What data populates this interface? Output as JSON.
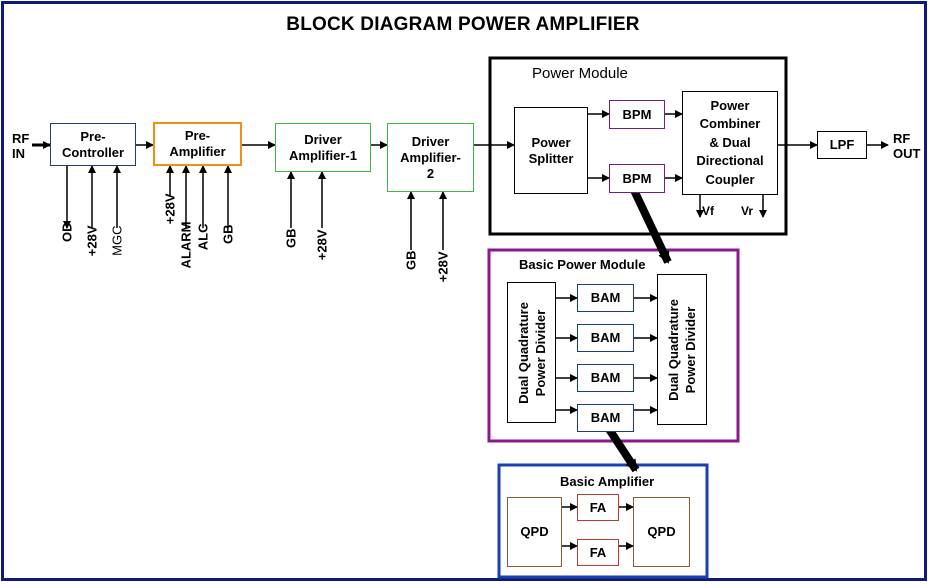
{
  "title": "BLOCK DIAGRAM POWER AMPLIFIER",
  "colors": {
    "frame": "#0d1a7a",
    "pre_controller": "#1f3f5f",
    "pre_amplifier": "#f0901a",
    "driver": "#3cb843",
    "power_module": "#000000",
    "bpm": "#7a1a7a",
    "basic_power_module": "#8a1a8a",
    "bam": "#1a3a9a",
    "basic_amplifier": "#1a3fb0",
    "fa": "#c0392b",
    "qpd": "#8a5a3a"
  },
  "main_chain": {
    "rf_in": [
      "RF",
      "IN"
    ],
    "rf_out": [
      "RF",
      "OUT"
    ],
    "pre_controller": [
      "Pre-",
      "Controller"
    ],
    "pre_amplifier": [
      "Pre-",
      "Amplifier"
    ],
    "driver1": [
      "Driver",
      "Amplifier-1"
    ],
    "driver2": [
      "Driver",
      "Amplifier-",
      "2"
    ],
    "lpf": "LPF"
  },
  "signals": {
    "pre_controller": [
      "OD",
      "+28V",
      "MGC"
    ],
    "pre_amplifier": [
      "+28V",
      "ALARM",
      "ALC",
      "GB"
    ],
    "driver1": [
      "GB",
      "+28V"
    ],
    "driver2": [
      "GB",
      "+28V"
    ]
  },
  "power_module": {
    "title": "Power Module",
    "splitter": [
      "Power",
      "Splitter"
    ],
    "bpm": [
      "BPM",
      "BPM"
    ],
    "combiner": [
      "Power",
      "Combiner",
      "& Dual",
      "Directional",
      "Coupler"
    ],
    "vf": "Vf",
    "vr": "Vr"
  },
  "basic_power_module": {
    "title": "Basic Power Module",
    "divider_left": [
      "Dual Quadrature",
      "Power Divider"
    ],
    "divider_right": [
      "Dual Quadrature",
      "Power Divider"
    ],
    "bam": [
      "BAM",
      "BAM",
      "BAM",
      "BAM"
    ]
  },
  "basic_amplifier": {
    "title": "Basic Amplifier",
    "qpd_left": "QPD",
    "qpd_right": "QPD",
    "fa": [
      "FA",
      "FA"
    ]
  }
}
